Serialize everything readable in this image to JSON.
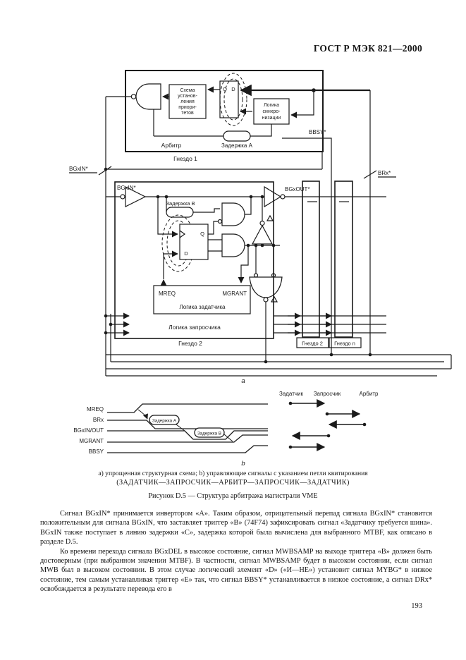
{
  "page": {
    "header": "ГОСТ Р МЭК 821—2000",
    "number": "193"
  },
  "fig_a": {
    "bus": {
      "bgxin": "BGxIN*",
      "brx": "BRx*"
    },
    "arbiter": {
      "slot": "Гнездо 1",
      "name": "Арбитр",
      "delay_a": "Задержка A",
      "bbsy": "BBSY*",
      "ff_q": "Q",
      "ff_d": "D",
      "prio1": "Схема",
      "prio2": "установ-",
      "prio3": "ления",
      "prio4": "приори-",
      "prio5": "тетов",
      "sync1": "Логика",
      "sync2": "синхро-",
      "sync3": "низации"
    },
    "requester": {
      "bgxin": "BGxIN*",
      "bgxout": "BGxOUT*",
      "delay_b": "Задержка B",
      "ff_q": "Q",
      "ff_d": "D",
      "mreq": "MREQ",
      "mgrant": "MGRANT",
      "master": "Логика задатчика",
      "logic": "Логика запросчика",
      "slot": "Гнездо 2"
    },
    "slots": {
      "s2": "Гнездо 2",
      "sn": "Гнездо n"
    },
    "sub": "a"
  },
  "fig_b": {
    "sig1": "MREQ",
    "sig2": "BRx",
    "sig3": "BGxIN/OUT",
    "sig4": "MGRANT",
    "sig5": "BBSY",
    "delay_a": "Задержка A",
    "delay_b": "Задержка B",
    "col1": "Задатчик",
    "col2": "Запросчик",
    "col3": "Арбитр",
    "sub": "b"
  },
  "caption": {
    "line1": "a) упрощенная структурная схема; b) управляющие сигналы с указанием петли квитирования",
    "line2": "(ЗАДАТЧИК—ЗАПРОСЧИК—АРБИТР—ЗАПРОСЧИК—ЗАДАТЧИК)",
    "line3": "Рисунок D.5 — Структура арбитража магистрали VME"
  },
  "text": {
    "p1": "Сигнал BGxIN* принимается инвертором «А». Таким образом, отрицательный перепад сигнала BGxIN* становится положительным для сигнала BGxIN, что заставляет триггер «В» (74F74) зафиксировать сигнал «Задатчику требуется шина». BGxIN также поступает в линию задержки «С», задержка которой была вычислена для выбранного MTBF, как описано в разделе D.5.",
    "p2": "Ко времени перехода сигнала BGxDEL в высокое состояние, сигнал MWBSAMP на выходе триггера «В» должен быть достоверным (при выбранном значении MTBF).  В частности, сигнал MWBSAMP будет в высоком состоянии,  если  сигнал  MWB  был  в  высоком  состоянии.  В этом  случае  логический  элемент  «D» («И—НЕ») установит сигнал MYBG* в низкое состояние, тем самым устанавливая триггер «Е» так, что сигнал BBSY* устанавливается в низкое состояние, а сигнал DRx* освобождается в результате перевода его в"
  }
}
